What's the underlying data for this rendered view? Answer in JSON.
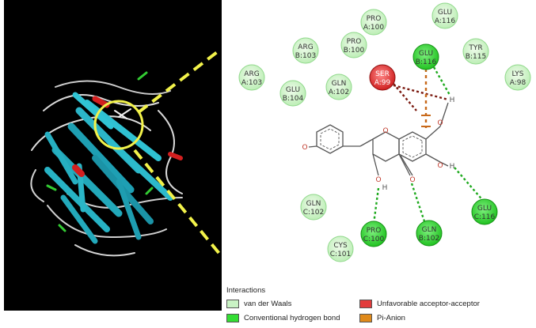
{
  "colors": {
    "vdw_fill": "#c9f2c4",
    "vdw_stroke": "#8fd88a",
    "hbond_fill": "#33dd33",
    "hbond_stroke": "#129012",
    "unfavorable_fill": "#e23b3b",
    "pi_anion": "#e08a1a",
    "hbond_line": "#1faa1f",
    "unfav_line": "#8b2a1a"
  },
  "residues": [
    {
      "id": "pro-a100",
      "line1": "PRO",
      "line2": "A:100",
      "type": "vdw"
    },
    {
      "id": "glu-a116",
      "line1": "GLU",
      "line2": "A:116",
      "type": "vdw"
    },
    {
      "id": "arg-b103",
      "line1": "ARG",
      "line2": "B:103",
      "type": "vdw"
    },
    {
      "id": "pro-b100",
      "line1": "PRO",
      "line2": "B:100",
      "type": "vdw"
    },
    {
      "id": "glu-b116",
      "line1": "GLU",
      "line2": "B:116",
      "type": "hbond"
    },
    {
      "id": "tyr-b115",
      "line1": "TYR",
      "line2": "B:115",
      "type": "vdw"
    },
    {
      "id": "lys-a98",
      "line1": "LYS",
      "line2": "A:98",
      "type": "vdw"
    },
    {
      "id": "arg-a103",
      "line1": "ARG",
      "line2": "A:103",
      "type": "vdw"
    },
    {
      "id": "ser-a99",
      "line1": "SER",
      "line2": "A:99",
      "type": "unfavorable"
    },
    {
      "id": "glu-b104",
      "line1": "GLU",
      "line2": "B:104",
      "type": "vdw"
    },
    {
      "id": "gln-a102",
      "line1": "GLN",
      "line2": "A:102",
      "type": "vdw"
    },
    {
      "id": "gln-c102",
      "line1": "GLN",
      "line2": "C:102",
      "type": "vdw"
    },
    {
      "id": "pro-c100",
      "line1": "PRO",
      "line2": "C:100",
      "type": "hbond"
    },
    {
      "id": "gln-b102",
      "line1": "GLN",
      "line2": "B:102",
      "type": "hbond"
    },
    {
      "id": "glu-c116",
      "line1": "GLU",
      "line2": "C:116",
      "type": "hbond"
    },
    {
      "id": "cys-c101",
      "line1": "CYS",
      "line2": "C:101",
      "type": "vdw"
    }
  ],
  "atoms": {
    "o": "O",
    "h": "H"
  },
  "legend": {
    "title": "Interactions",
    "items": [
      {
        "label": "van der Waals",
        "type": "vdw"
      },
      {
        "label": "Unfavorable acceptor-acceptor",
        "type": "unfavorable"
      },
      {
        "label": "Conventional hydrogen bond",
        "type": "hbond"
      },
      {
        "label": "Pi-Anion",
        "type": "pi_anion"
      }
    ]
  }
}
